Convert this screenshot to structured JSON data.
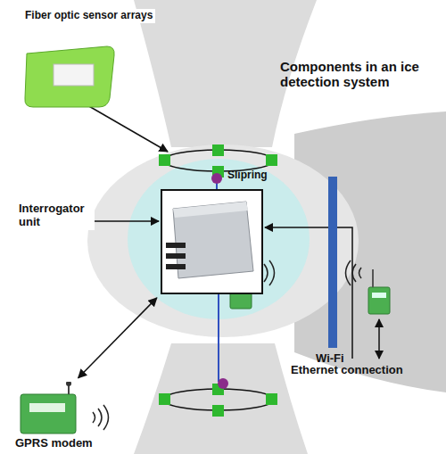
{
  "diagram": {
    "title": "Components in an ice detection system",
    "nodes": [
      {
        "text": [
          "Fiber optic sensor arrays"
        ]
      },
      {
        "text": [
          "Interrogator unit"
        ]
      },
      {
        "text": [
          "Wi-Fi"
        ]
      },
      {
        "text": [
          "GPRS modem"
        ]
      }
    ],
    "edges": [
      {
        "from": 3,
        "to": 1,
        "arrow": "both"
      }
    ],
    "labels": [
      "Slipring",
      "Ethernet connection"
    ]
  }
}
